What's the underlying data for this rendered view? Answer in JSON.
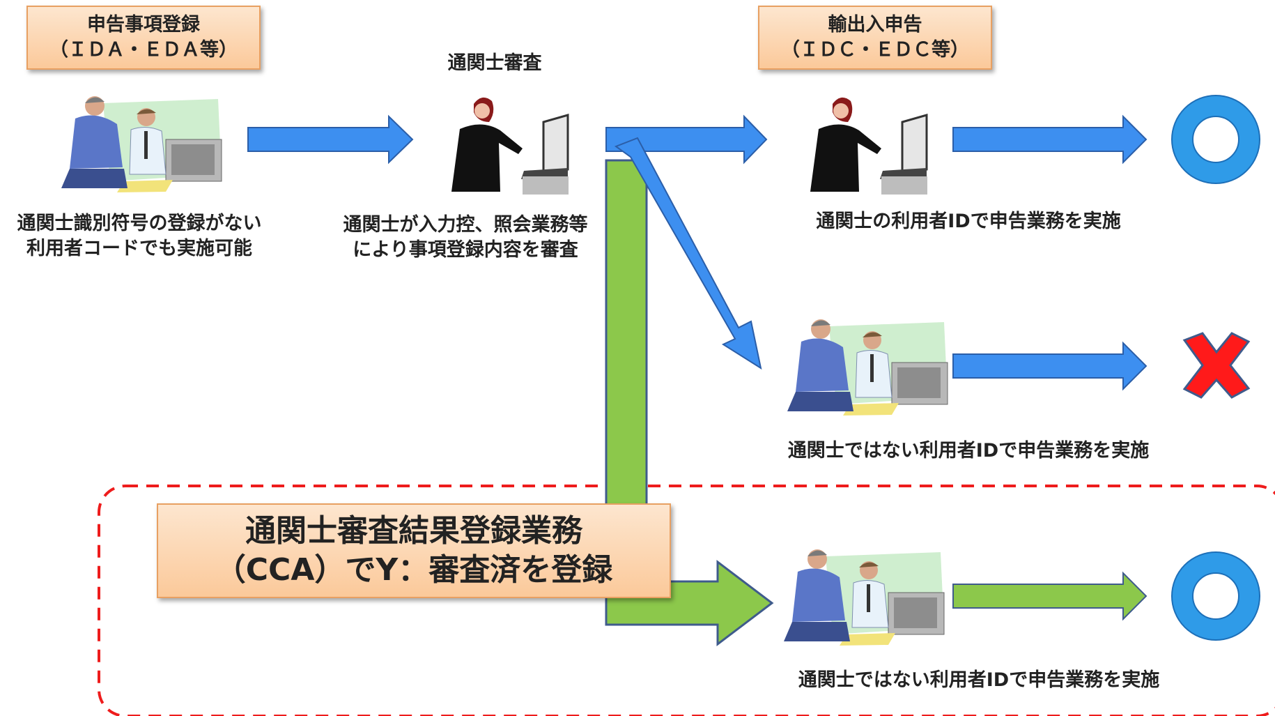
{
  "boxes": {
    "registration": {
      "line1": "申告事項登録",
      "line2": "（ＩＤＡ・ＥＤＡ等）"
    },
    "declaration": {
      "line1": "輸出入申告",
      "line2": "（ＩＤＣ・ＥＤＣ等）"
    },
    "cca": {
      "line1": "通関士審査結果登録業務",
      "line2": "（CCA）でY：審査済を登録"
    }
  },
  "labels": {
    "review_title": "通関士審査",
    "left_desc_1": "通関士識別符号の登録がない",
    "left_desc_2": "利用者コードでも実施可能",
    "mid_desc_1": "通関士が入力控、照会業務等",
    "mid_desc_2": "により事項登録内容を審査",
    "row1_desc": "通関士の利用者IDで申告業務を実施",
    "row2_desc": "通関士ではない利用者IDで申告業務を実施",
    "row3_desc": "通関士ではない利用者IDで申告業務を実施"
  },
  "results": {
    "row1": "ok",
    "row2": "ng",
    "row3": "ok"
  },
  "colors": {
    "blue_arrow": "#3d8ff0",
    "green_arrow": "#8cc84b",
    "ok_ring": "#2f9be8",
    "ng_cross": "#ff1a1a",
    "dashed_border": "#ee1c1c",
    "box_fill": "#fbc99a"
  }
}
